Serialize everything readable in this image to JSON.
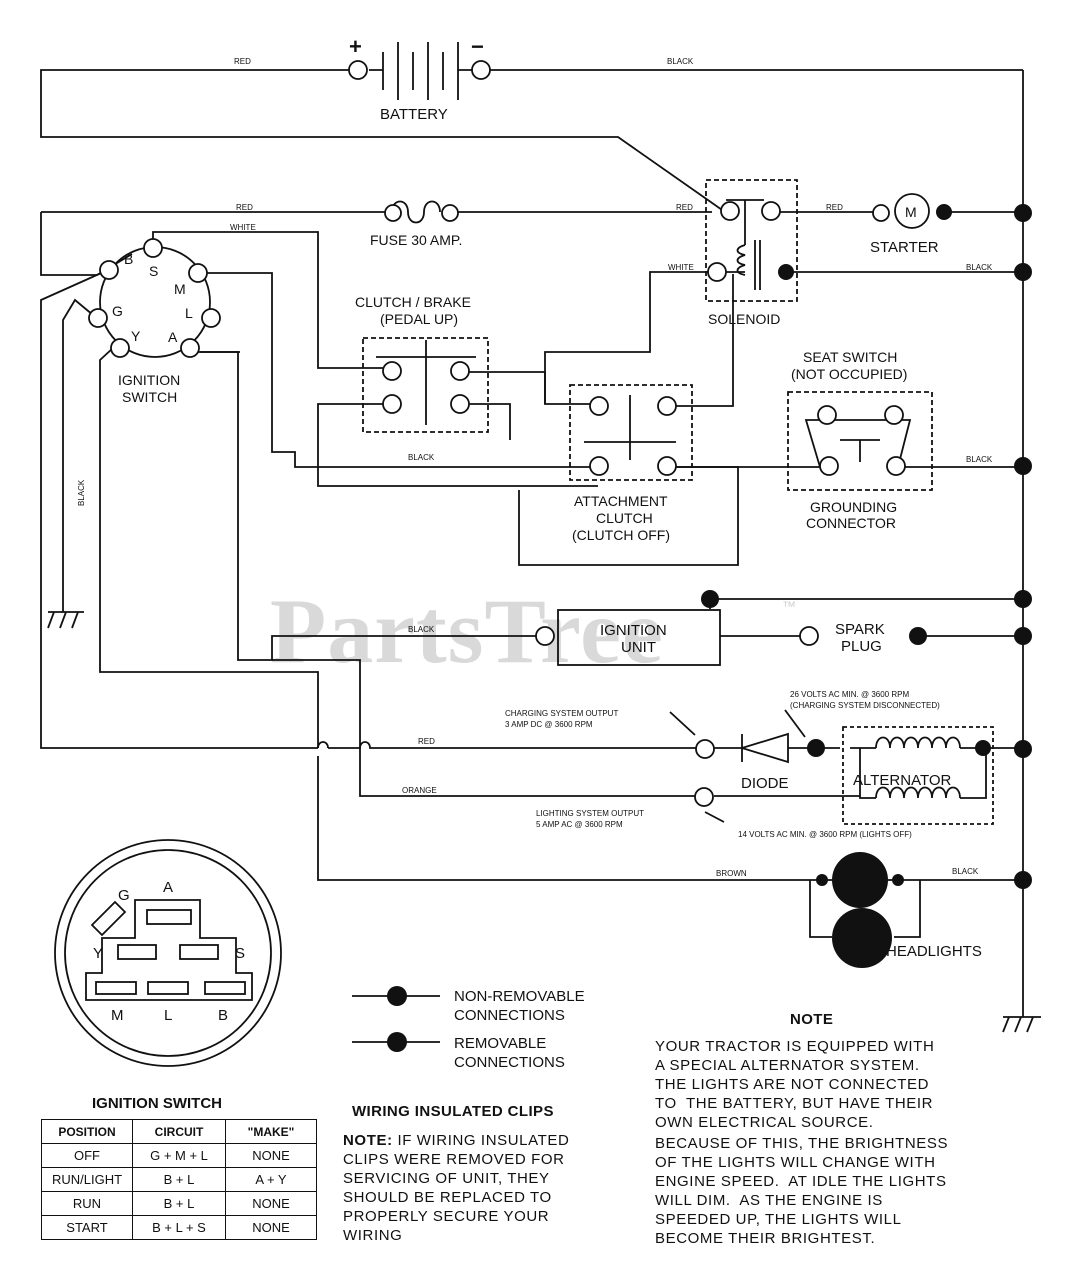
{
  "watermark": "PartsTree",
  "trademark": "™",
  "labels": {
    "plus": "+",
    "minus": "−",
    "battery": "BATTERY",
    "red_top": "RED",
    "black_top": "BLACK",
    "red_fuse": "RED",
    "white_ign": "WHITE",
    "fuse": "FUSE 30 AMP.",
    "red_sol": "RED",
    "red_starter": "RED",
    "starter": "STARTER",
    "starter_m": "M",
    "white_sol": "WHITE",
    "black_sol": "BLACK",
    "solenoid": "SOLENOID",
    "clutch_brake_1": "CLUTCH / BRAKE",
    "clutch_brake_2": "(PEDAL UP)",
    "seat_switch_1": "SEAT SWITCH",
    "seat_switch_2": "(NOT OCCUPIED)",
    "black_mid": "BLACK",
    "black_seat": "BLACK",
    "attachment_1": "ATTACHMENT",
    "attachment_2": "CLUTCH",
    "attachment_3": "(CLUTCH OFF)",
    "grounding_1": "GROUNDING",
    "grounding_2": "CONNECTOR",
    "ignition_switch_1": "IGNITION",
    "ignition_switch_2": "SWITCH",
    "term_b": "B",
    "term_s": "S",
    "term_m": "M",
    "term_g": "G",
    "term_l": "L",
    "term_y": "Y",
    "term_a": "A",
    "black_vertical": "BLACK",
    "black_ign_unit": "BLACK",
    "ignition_unit_1": "IGNITION",
    "ignition_unit_2": "UNIT",
    "spark_plug_1": "SPARK",
    "spark_plug_2": "PLUG",
    "volt_charging_1": "26 VOLTS AC MIN. @ 3600 RPM",
    "volt_charging_2": "(CHARGING SYSTEM DISCONNECTED)",
    "charging_output_1": "CHARGING SYSTEM OUTPUT",
    "charging_output_2": "3 AMP DC @ 3600 RPM",
    "red_bottom": "RED",
    "diode": "DIODE",
    "alternator": "ALTERNATOR",
    "orange": "ORANGE",
    "lighting_output_1": "LIGHTING SYSTEM OUTPUT",
    "lighting_output_2": "5 AMP AC @ 3600 RPM",
    "volt_lights": "14 VOLTS AC MIN. @ 3600 RPM (LIGHTS OFF)",
    "brown": "BROWN",
    "black_headlight": "BLACK",
    "headlights": "HEADLIGHTS",
    "conn_a": "A",
    "conn_g": "G",
    "conn_y": "Y",
    "conn_s": "S",
    "conn_m": "M",
    "conn_l": "L",
    "conn_b": "B",
    "legend_nonremovable_1": "NON-REMOVABLE",
    "legend_nonremovable_2": "CONNECTIONS",
    "legend_removable_1": "REMOVABLE",
    "legend_removable_2": "CONNECTIONS",
    "ignition_switch_table_title": "IGNITION SWITCH"
  },
  "ignition_table": {
    "headers": [
      "POSITION",
      "CIRCUIT",
      "\"MAKE\""
    ],
    "rows": [
      [
        "OFF",
        "G + M + L",
        "NONE"
      ],
      [
        "RUN/LIGHT",
        "B + L",
        "A + Y"
      ],
      [
        "RUN",
        "B + L",
        "NONE"
      ],
      [
        "START",
        "B + L + S",
        "NONE"
      ]
    ]
  },
  "clips_note": {
    "title": "WIRING INSULATED CLIPS",
    "lead": "NOTE:",
    "first": " IF WIRING INSULATED",
    "lines": [
      "CLIPS WERE REMOVED FOR",
      "SERVICING OF UNIT, THEY",
      "SHOULD BE REPLACED TO",
      "PROPERLY SECURE YOUR",
      "WIRING"
    ]
  },
  "tractor_note": {
    "title": "NOTE",
    "lines": [
      "YOUR TRACTOR IS EQUIPPED WITH",
      "A SPECIAL ALTERNATOR SYSTEM.",
      "THE LIGHTS ARE NOT CONNECTED",
      "TO  THE BATTERY, BUT HAVE THEIR",
      "OWN ELECTRICAL SOURCE.",
      "BECAUSE OF THIS, THE BRIGHTNESS",
      "OF THE LIGHTS WILL CHANGE WITH",
      "ENGINE SPEED.  AT IDLE THE LIGHTS",
      "WILL DIM.  AS THE ENGINE IS",
      "SPEEDED UP, THE LIGHTS WILL",
      "BECOME THEIR BRIGHTEST."
    ]
  }
}
